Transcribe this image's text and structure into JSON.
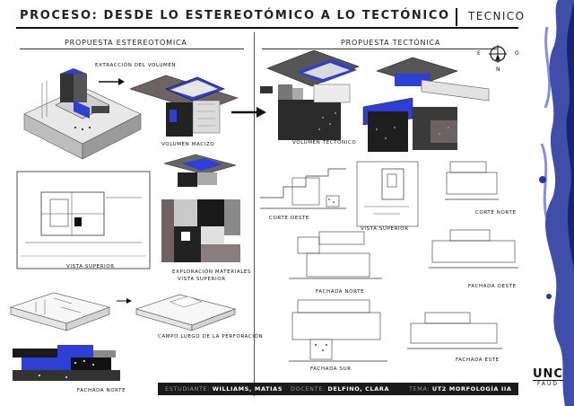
{
  "title": {
    "main": "PROCESO: DESDE LO ESTEREOTÓMICO A LO TECTÓNICO",
    "right": "TECNICO"
  },
  "sections": {
    "left": "PROPUESTA ESTEREOTÓMICA",
    "right": "PROPUESTA TECTÓNICA"
  },
  "labels": {
    "extraccion": "EXTRACCIÓN DEL VOLUMEN",
    "volumen_macizo": "VOLUMEN MACIZO",
    "volumen_tectonico": "VOLUMEN TECTÓNICO",
    "vista_superior_left": "VISTA SUPERIOR",
    "exploracion_1": "EXPLORACIÓN MATERIALES",
    "exploracion_2": "VISTA SUPERIOR",
    "campo": "CAMPO LUEGO DE LA PERFORACIÓN",
    "fachada_norte_left": "FACHADA NORTE",
    "corte_oeste": "CORTE OESTE",
    "vista_superior_right": "VISTA SUPERIOR",
    "corte_norte": "CORTE NORTE",
    "fachada_norte_right": "FACHADA NORTE",
    "fachada_oeste": "FACHADA OESTE",
    "fachada_sur": "FACHADA SUR",
    "fachada_este": "FACHADA ESTE"
  },
  "compass": {
    "e": "E",
    "o": "O",
    "n": "N"
  },
  "footer": {
    "student_key": "ESTUDIANTE:",
    "student": "WILLIAMS, MATIAS",
    "teacher_key": "DOCENTE:",
    "teacher": "DELFINO, CLARA",
    "topic_key": "TEMA:",
    "topic": "UT2 MORFOLOGÍA IIA"
  },
  "logo": {
    "main": "UNC",
    "sub": "FAUD"
  },
  "colors": {
    "accent_blue": "#2f3fd6",
    "dark": "#1a1a1a",
    "grey": "#8a8a8a",
    "brown_grey": "#6f6262",
    "light_grey": "#c9c9c9"
  }
}
